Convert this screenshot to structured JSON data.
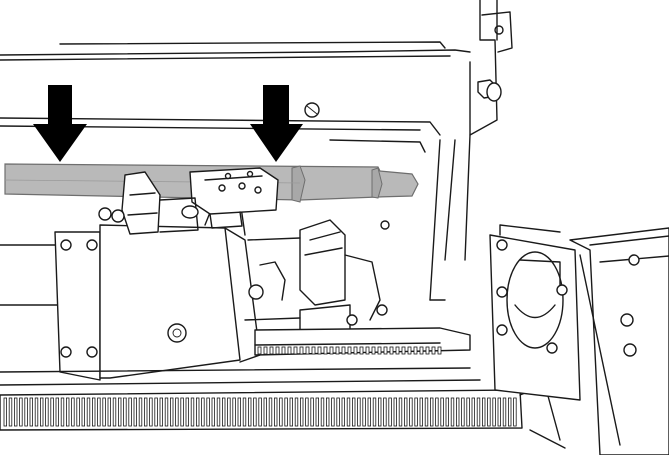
{
  "figure": {
    "kind": "technical line illustration",
    "colors": {
      "line": "#1a1a1a",
      "background": "#ffffff",
      "highlighted_rail": "#b9b9b9",
      "rail_outline": "#6e6e6e",
      "arrow": "#000000"
    },
    "callouts": [
      {
        "name": "arrow-left",
        "icon": "down-arrow-icon"
      },
      {
        "name": "arrow-right",
        "icon": "down-arrow-icon"
      }
    ],
    "highlighted_part": "horizontal-rail"
  }
}
